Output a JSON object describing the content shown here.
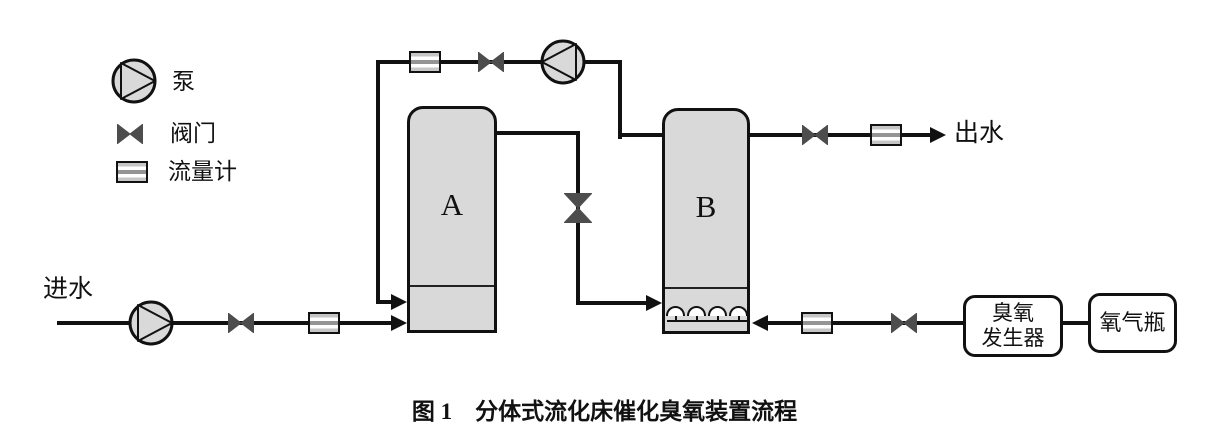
{
  "legend": {
    "items": [
      {
        "icon": "pump-icon",
        "label": "泵"
      },
      {
        "icon": "valve-icon",
        "label": "阀门"
      },
      {
        "icon": "flow-meter-icon",
        "label": "流量计"
      }
    ]
  },
  "diagram": {
    "inlet_label": "进水",
    "outlet_label": "出水",
    "vessel_a_label": "A",
    "vessel_b_label": "B",
    "ozone_generator_line1": "臭氧",
    "ozone_generator_line2": "发生器",
    "oxygen_cylinder_label": "氧气瓶"
  },
  "caption": "图 1　分体式流化床催化臭氧装置流程",
  "colors": {
    "line": "#111111",
    "valve_fill": "#4d4d4d",
    "vessel_fill": "#d9d9d9",
    "pump_fill": "#d9d9d9",
    "background": "#ffffff"
  }
}
